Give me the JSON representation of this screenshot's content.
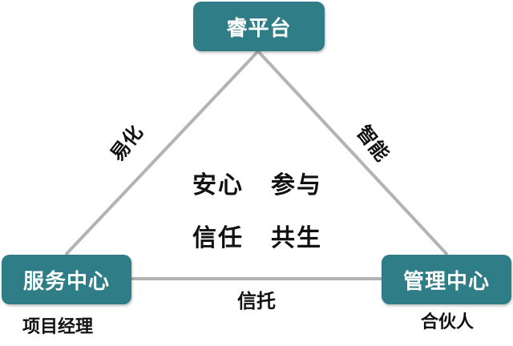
{
  "nodes": {
    "top": "睿平台",
    "left": "服务中心",
    "right": "管理中心"
  },
  "edges": {
    "left": "易化",
    "right": "智能",
    "bottom": "信托"
  },
  "core_values": [
    "安心",
    "参与",
    "信任",
    "共生"
  ],
  "roles": {
    "left": "项目经理",
    "right": "合伙人"
  },
  "colors": {
    "node_fill": "#2f7d86",
    "line": "#b3b3b3"
  }
}
